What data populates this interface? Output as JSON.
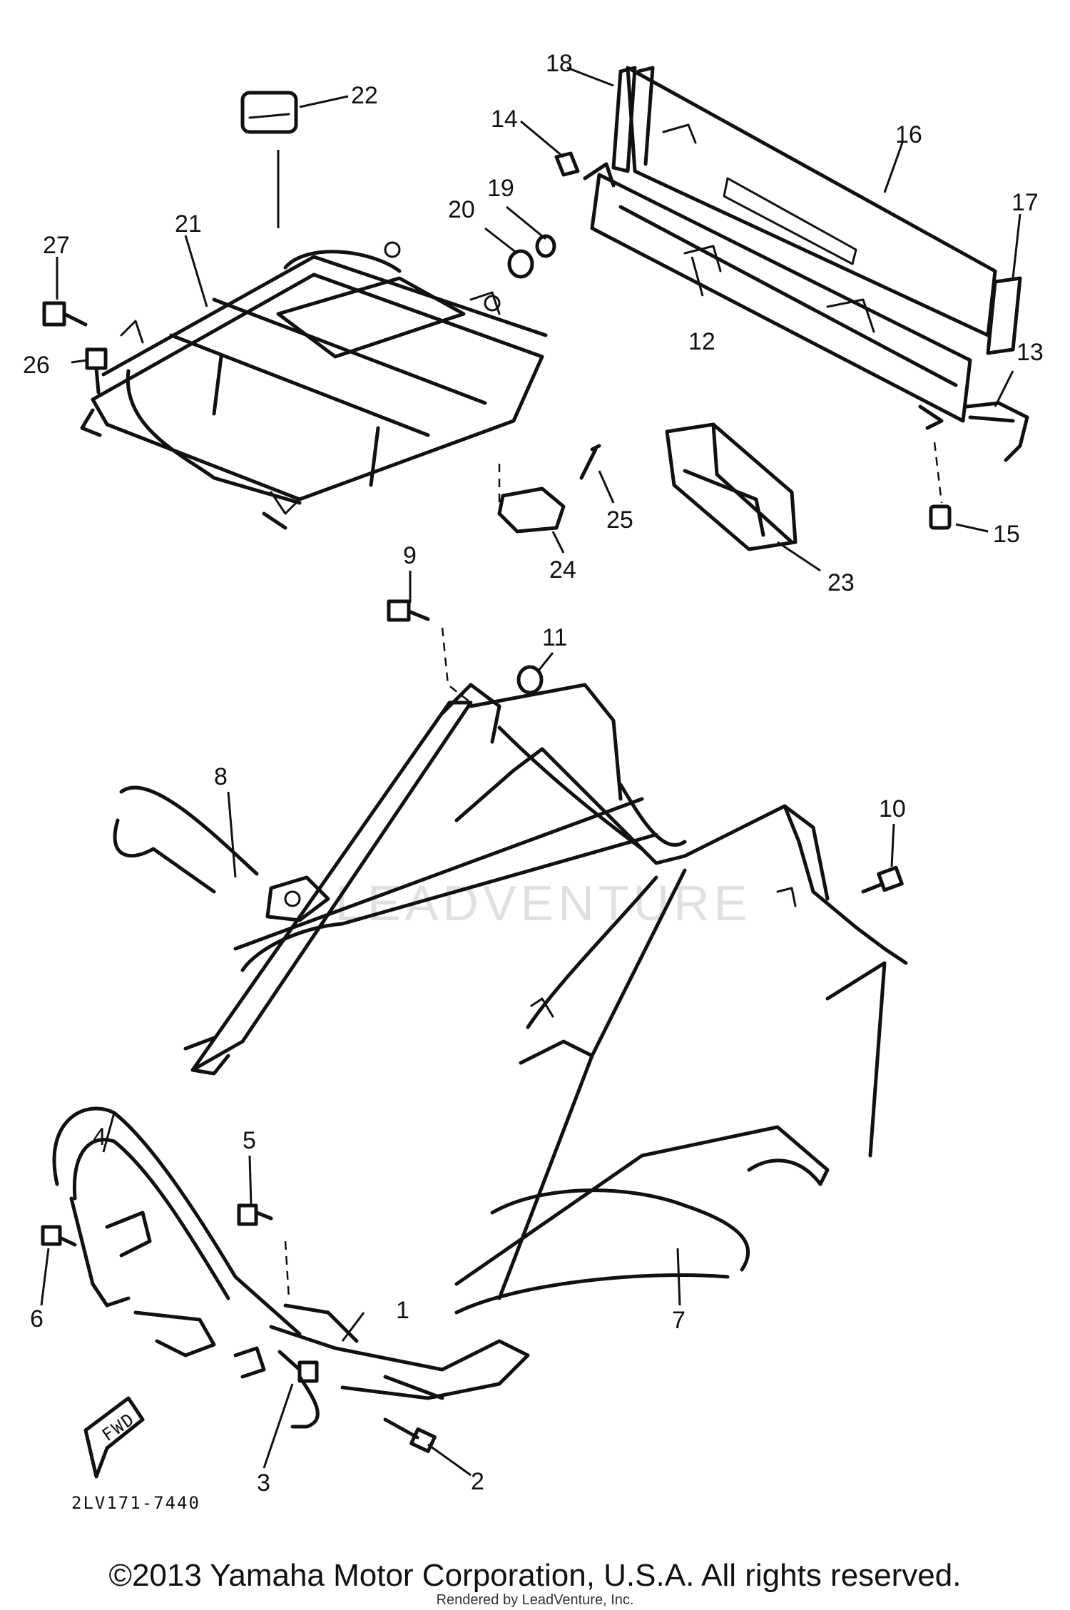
{
  "callouts": {
    "p1": "1",
    "p2": "2",
    "p3": "3",
    "p4": "4",
    "p5": "5",
    "p6": "6",
    "p7": "7",
    "p8": "8",
    "p9": "9",
    "p10": "10",
    "p11": "11",
    "p12": "12",
    "p13": "13",
    "p14": "14",
    "p15": "15",
    "p16": "16",
    "p17": "17",
    "p18": "18",
    "p19": "19",
    "p20": "20",
    "p21": "21",
    "p22": "22",
    "p23": "23",
    "p24": "24",
    "p25": "25",
    "p26": "26",
    "p27": "27"
  },
  "fwd_label": "FWD",
  "diagram_code": "2LV171-7440",
  "watermark": "LEADVENTURE",
  "copyright": "©2013 Yamaha Motor Corporation, U.S.A. All rights reserved.",
  "rendered_by": "Rendered by LeadVenture, Inc."
}
